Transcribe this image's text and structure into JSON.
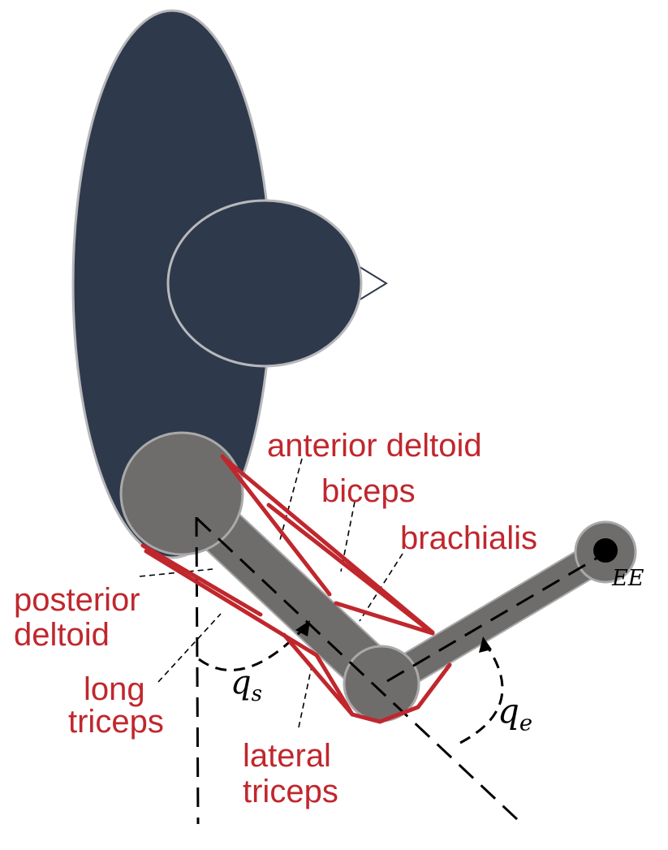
{
  "colors": {
    "body": "#2e3a4b",
    "body_outline": "#b8b8bc",
    "limb": "#6f6d6b",
    "limb_outline": "#a9a9a9",
    "muscle": "#c0272d",
    "line": "#000000"
  },
  "labels": {
    "anterior_deltoid": "anterior deltoid",
    "biceps": "biceps",
    "brachialis": "brachialis",
    "posterior_deltoid_1": "posterior",
    "posterior_deltoid_2": "deltoid",
    "long_triceps_1": "long",
    "long_triceps_2": "triceps",
    "lateral_triceps_1": "lateral",
    "lateral_triceps_2": "triceps"
  },
  "math": {
    "shoulder_angle_base": "q",
    "shoulder_angle_sub": "s",
    "elbow_angle_base": "q",
    "elbow_angle_sub": "e",
    "end_effector": "EE"
  }
}
